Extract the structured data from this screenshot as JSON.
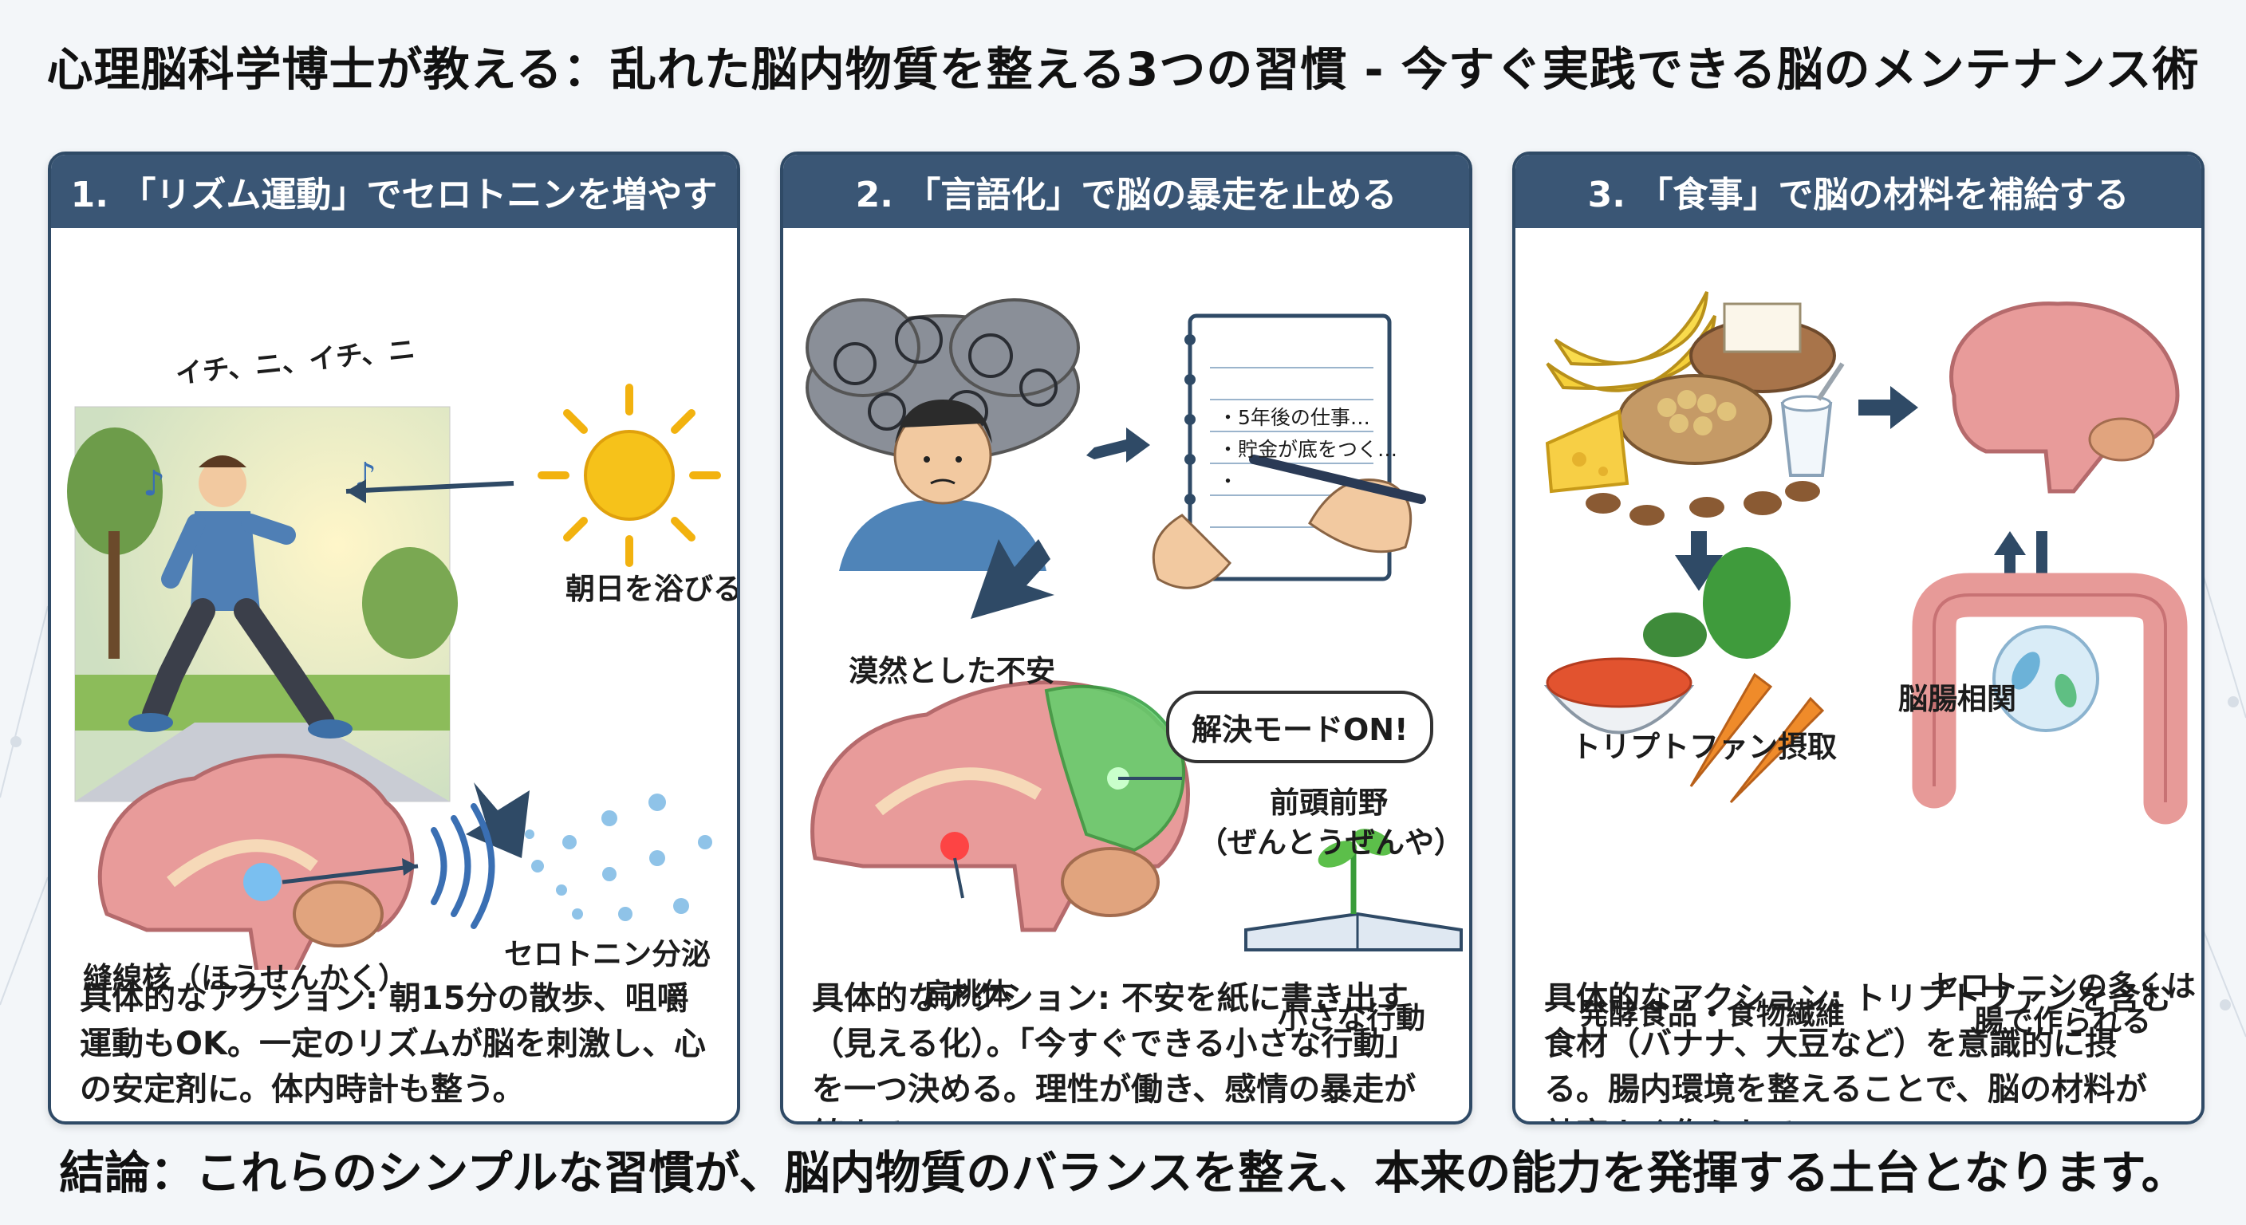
{
  "title": "心理脳科学博士が教える：乱れた脳内物質を整える3つの習慣 - 今すぐ実践できる脳のメンテナンス術",
  "colors": {
    "panel_border": "#2f4a66",
    "panel_header": "#3a5675",
    "background": "#f3f6f9"
  },
  "panels": [
    {
      "header": "1. 「リズム運動」でセロトニンを増やす",
      "labels": {
        "chant": "イチ、ニ、イチ、ニ",
        "sun": "朝日を浴びる",
        "serotonin": "セロトニン分泌",
        "raphe": "縫線核（ほうせんかく）"
      },
      "icons": [
        "sun-icon",
        "runner-icon",
        "brain-icon",
        "music-note-icon"
      ],
      "description": "具体的なアクション: 朝15分の散歩、咀嚼運動もOK。一定のリズムが脳を刺激し、心の安定剤に。体内時計も整う。"
    },
    {
      "header": "2. 「言語化」で脳の暴走を止める",
      "labels": {
        "anxiety": "漠然とした不安",
        "note_line1": "・5年後の仕事…",
        "note_line2": "・貯金が底をつく…",
        "note_line3": "・",
        "bubble": "解決モードON!",
        "prefrontal1": "前頭前野",
        "prefrontal2": "（ぜんとうぜんや）",
        "amygdala": "扁桃体",
        "small_action": "小さな行動"
      },
      "icons": [
        "anxious-person-icon",
        "notebook-icon",
        "brain-icon",
        "sprout-book-icon"
      ],
      "description": "具体的なアクション: 不安を紙に書き出す（見える化）。「今すぐできる小さな行動」を一つ決める。理性が働き、感情の暴走が鎮まる。"
    },
    {
      "header": "3. 「食事」で脳の材料を補給する",
      "labels": {
        "tryptophan": "トリプトファン摂取",
        "gut_brain": "脳腸相関",
        "fermented": "発酵食品・食物繊維",
        "serotonin_gut1": "セロトニンの多くは",
        "serotonin_gut2": "腸で作られる"
      },
      "icons": [
        "banana-icon",
        "tofu-icon",
        "cheese-icon",
        "yogurt-icon",
        "nuts-icon",
        "kimchi-icon",
        "vegetables-icon",
        "brain-icon",
        "intestine-icon"
      ],
      "description": "具体的なアクション: トリプトファンを含む食材（バナナ、大豆など）を意識的に摂る。腸内環境を整えることで、脳の材料が効率よく作られる。"
    }
  ],
  "conclusion": "結論：これらのシンプルな習慣が、脳内物質のバランスを整え、本来の能力を発揮する土台となります。"
}
